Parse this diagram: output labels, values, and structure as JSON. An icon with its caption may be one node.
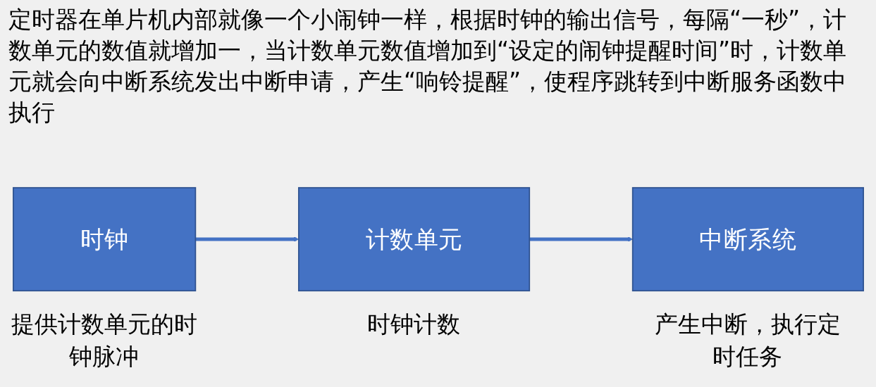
{
  "diagram": {
    "title": "定时器在单片机内部就像一个小闹钟一样，根据时钟的输出信号，每隔“一秒”，计数单元的数值就增加一，当计数单元数值增加到“设定的闹钟提醒时间”时，计数单元就会向中断系统发出中断申请，产生“响铃提醒”，使程序跳转到中断服务函数中执行",
    "nodes": [
      {
        "text": [
          "时钟"
        ],
        "beside": [
          "提供计数单元的时钟脉冲"
        ]
      },
      {
        "text": [
          "计数单元"
        ],
        "beside": [
          "时钟计数"
        ]
      },
      {
        "text": [
          "中断系统"
        ],
        "beside": [
          "产生中断，执行定时任务"
        ]
      }
    ],
    "edges": [
      {
        "from": 0,
        "to": 1,
        "arrow": "to"
      },
      {
        "from": 1,
        "to": 2,
        "arrow": "to"
      }
    ]
  }
}
